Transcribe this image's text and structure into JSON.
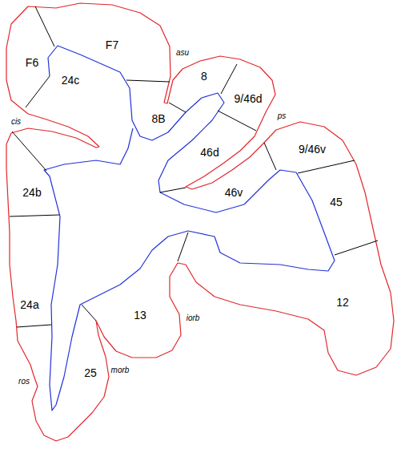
{
  "diagram": {
    "labels": [
      "F6",
      "F7",
      "asu",
      "24c",
      "8",
      "9/46d",
      "8B",
      "cis",
      "ps",
      "46d",
      "9/46v",
      "24b",
      "46v",
      "45",
      "24a",
      "12",
      "13",
      "iorb",
      "morb",
      "ros",
      "25"
    ]
  }
}
